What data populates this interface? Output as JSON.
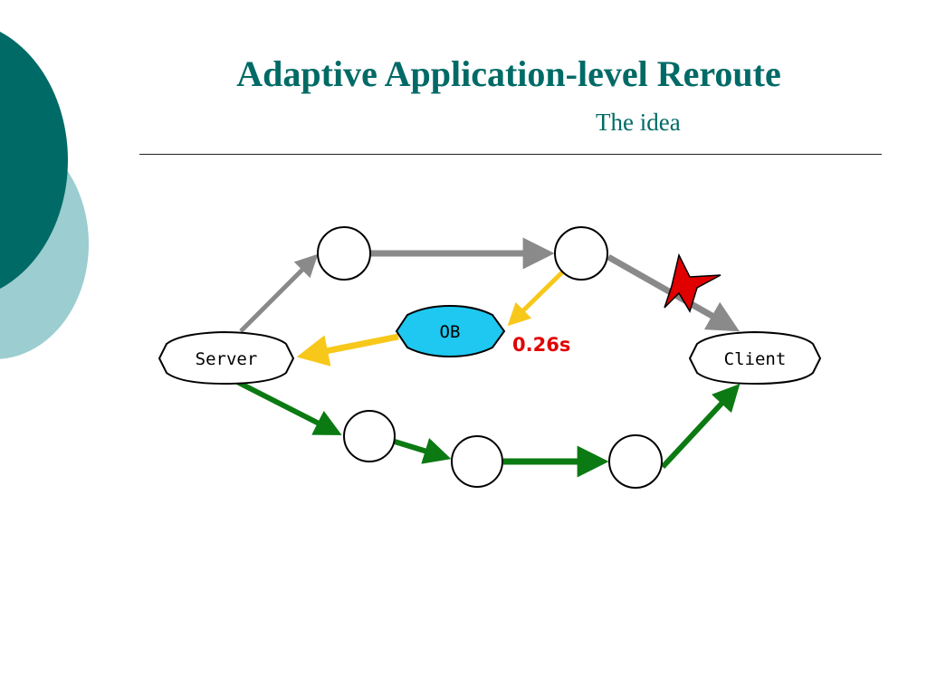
{
  "slide": {
    "title": "Adaptive Application-level Reroute",
    "subtitle": "The idea"
  },
  "diagram": {
    "nodes": {
      "server": "Server",
      "client": "Client",
      "ob": "OB"
    },
    "latency_label": "0.26s",
    "colors": {
      "theme_dark": "#006a66",
      "theme_light": "#9ccdd0",
      "path_gray": "#8a8a8a",
      "path_yellow": "#f7c81a",
      "path_green": "#0b7a12",
      "ob_fill": "#1ec8f0",
      "latency": "#e00000",
      "break_marker": "#e00000"
    },
    "break_marker_icon": "red-star-break-icon"
  }
}
